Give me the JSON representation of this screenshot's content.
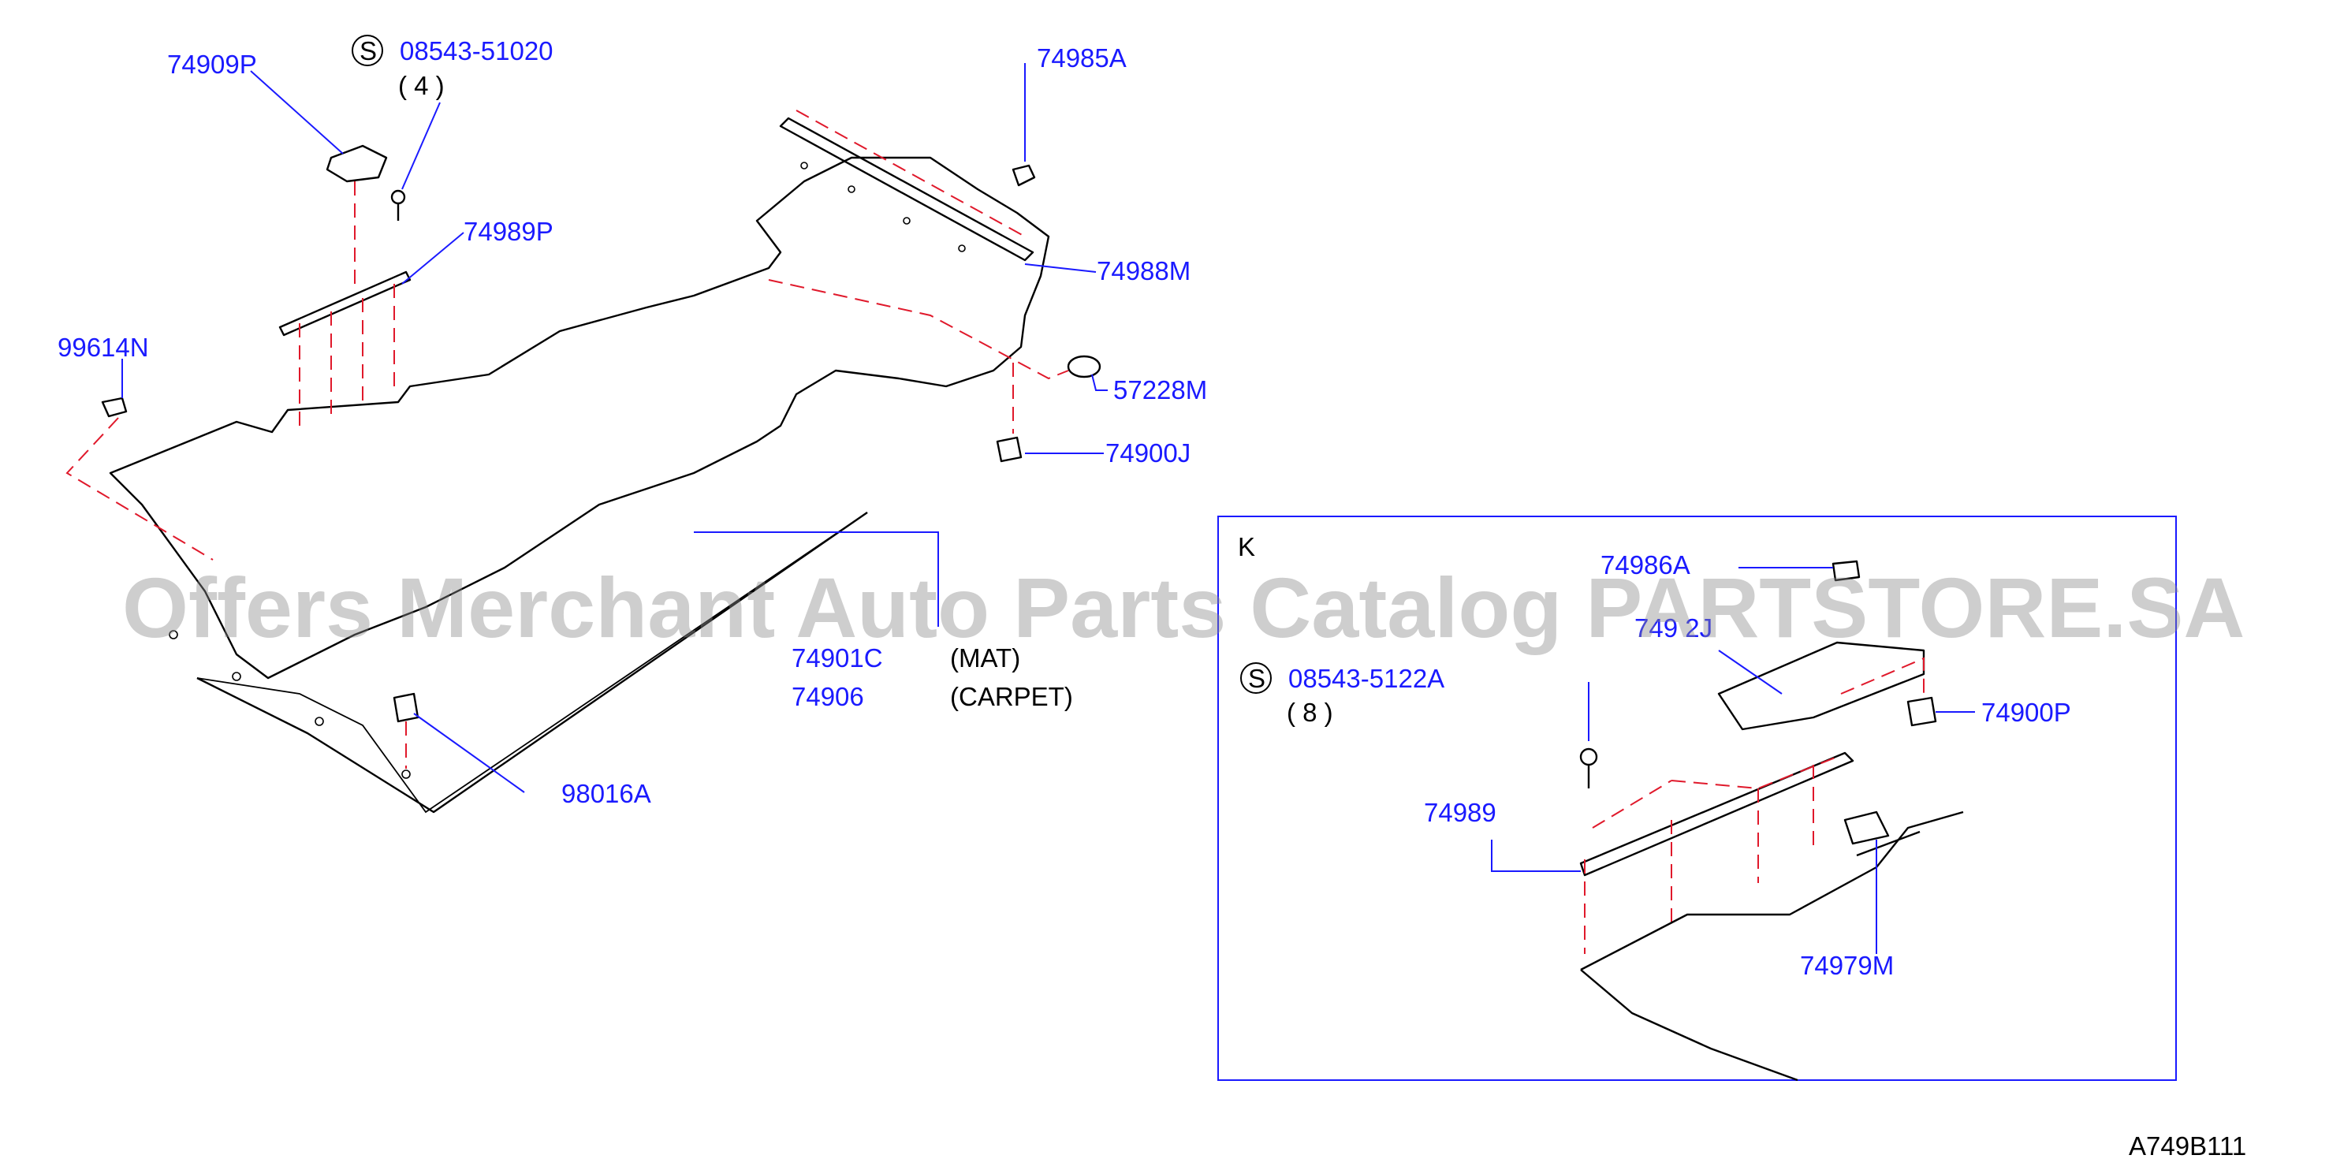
{
  "callouts": {
    "p74909P": "74909P",
    "p08543_51020": "08543-51020",
    "qty_4": "( 4 )",
    "p74989P": "74989P",
    "p99614N": "99614N",
    "p74985A": "74985A",
    "p74988M": "74988M",
    "p57228M": "57228M",
    "p74900J": "74900J",
    "p74901C": "74901C",
    "desc_mat": "(MAT)",
    "p74906": "74906",
    "desc_carpet": "(CARPET)",
    "p98016A": "98016A"
  },
  "detail_k": {
    "label": "K",
    "p74986A": "74986A",
    "p7492J": "749 2J",
    "p08543_5122A": "08543-5122A",
    "qty_8": "( 8 )",
    "p74900P": "74900P",
    "p74989": "74989",
    "p74979M": "74979M"
  },
  "screw_symbol": "S",
  "diagram_code": "A749B111",
  "watermark": "Offers Merchant Auto Parts Catalog PARTSTORE.SA",
  "colors": {
    "label_blue": "#1a1aff",
    "dashed_red": "#e0192b",
    "line_black": "#000000",
    "watermark_gray": "#8a8a8a"
  }
}
